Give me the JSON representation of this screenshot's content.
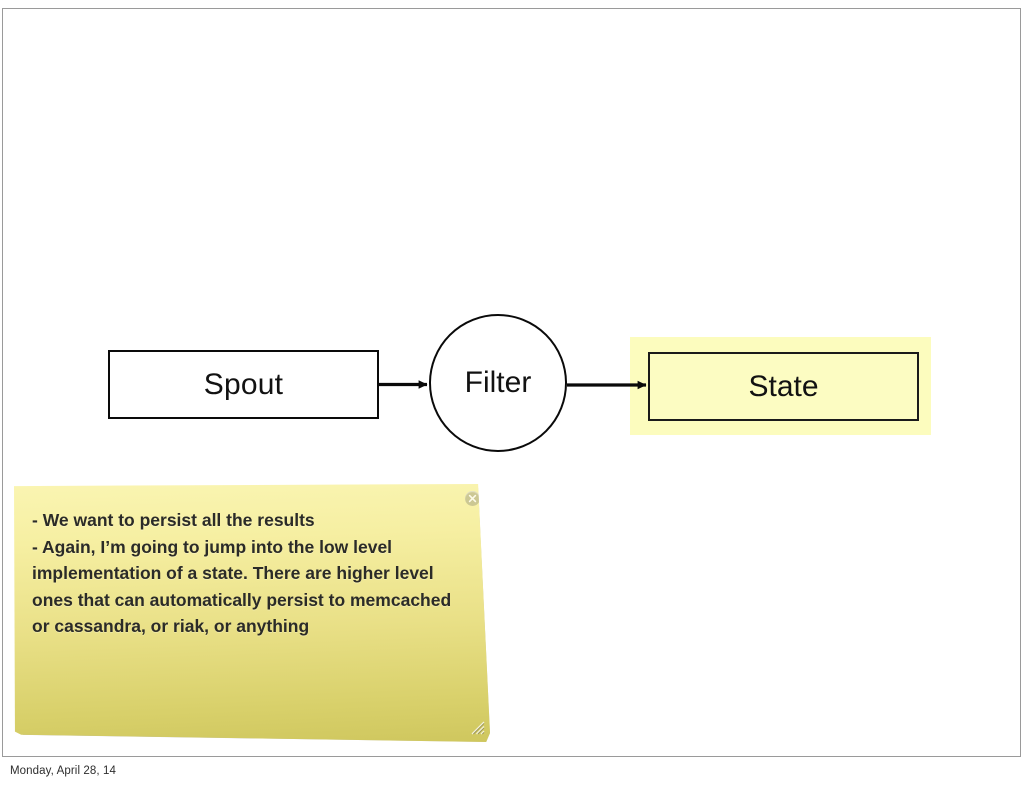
{
  "slide": {
    "background_color": "#ffffff",
    "border_color": "#9a9a9a",
    "footer_text": "Monday, April 28, 14"
  },
  "diagram": {
    "type": "flow",
    "nodes": [
      {
        "id": "spout",
        "label": "Spout",
        "shape": "rectangle",
        "fill": "#ffffff",
        "stroke": "#0a0a0a",
        "highlighted": false
      },
      {
        "id": "filter",
        "label": "Filter",
        "shape": "circle",
        "fill": "#ffffff",
        "stroke": "#0a0a0a",
        "highlighted": false
      },
      {
        "id": "state",
        "label": "State",
        "shape": "rectangle",
        "fill": "#fcfcc2",
        "stroke": "#1a1a1a",
        "highlighted": true,
        "highlight_color": "#fcfcbe"
      }
    ],
    "edges": [
      {
        "from": "spout",
        "to": "filter",
        "style": "solid-arrow",
        "color": "#0a0a0a"
      },
      {
        "from": "filter",
        "to": "state",
        "style": "solid-arrow",
        "color": "#0a0a0a"
      }
    ]
  },
  "presenter_note": {
    "body": "- We want to persist all the results\n- Again, I’m going to jump into the low level implementation of a state. There are higher level ones that can automatically persist to memcached or cassandra, or riak, or anything",
    "close_icon": "close-circle-icon",
    "resize_icon": "resize-grip-icon",
    "gradient_top_color": "#faf5b2",
    "gradient_bottom_color": "#cfc75e",
    "text_color": "#2b2b28"
  }
}
